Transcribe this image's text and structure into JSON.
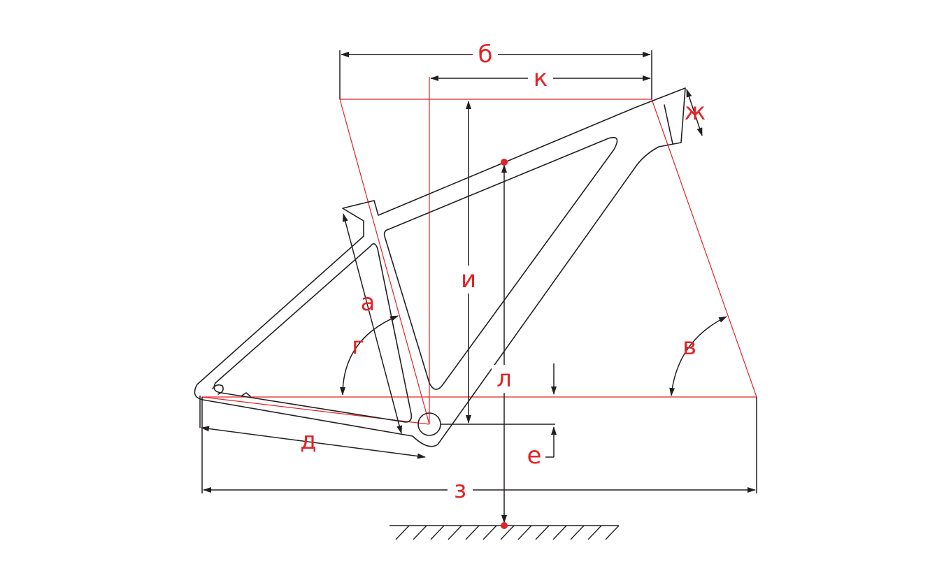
{
  "labels": {
    "a": "а",
    "b": "б",
    "v": "в",
    "g": "г",
    "d": "д",
    "e": "е",
    "zh": "ж",
    "z": "з",
    "i": "и",
    "k": "к",
    "l": "л"
  },
  "colors": {
    "accent": "#e42326",
    "line": "#231f20",
    "background": "#ffffff"
  }
}
